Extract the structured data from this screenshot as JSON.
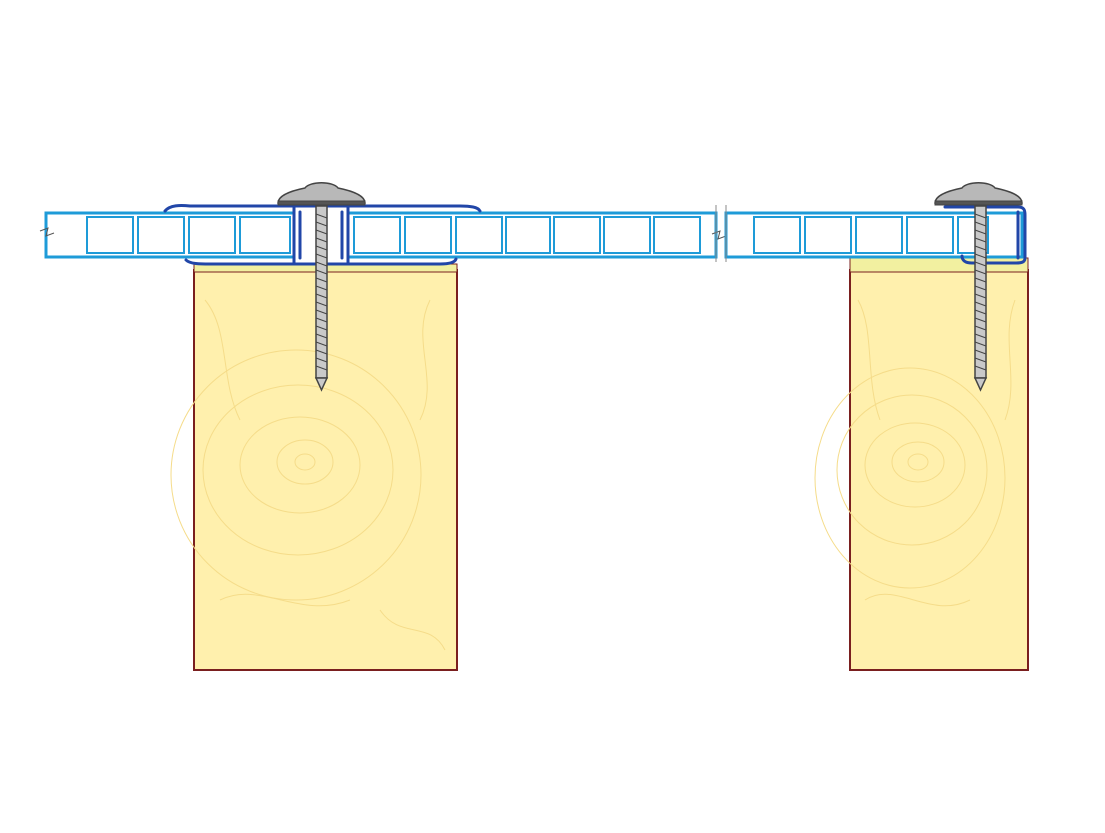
{
  "diagram": {
    "type": "construction-section",
    "subject": "polycarbonate-panel-fixing",
    "colors": {
      "background": "#ffffff",
      "panel_stroke": "#1e9bd8",
      "panel_fill": "#ffffff",
      "profile_stroke": "#2146a8",
      "beam_fill": "#fff0ad",
      "beam_stroke": "#7a1f1f",
      "beam_grain": "#f5dc8a",
      "tape_fill": "#f2f0a0",
      "screw_fill": "#c9c9c9",
      "screw_stroke": "#444444",
      "washer_fill": "#b8b8b8"
    },
    "beams": [
      {
        "name": "beam-left"
      },
      {
        "name": "beam-right"
      }
    ],
    "fixings": [
      {
        "name": "screw-left",
        "type": "thermal-washer-screw"
      },
      {
        "name": "screw-right",
        "type": "thermal-washer-screw"
      }
    ],
    "panels": [
      {
        "name": "panel-left-segment"
      },
      {
        "name": "panel-middle-segment"
      },
      {
        "name": "panel-right-segment"
      }
    ],
    "profiles": [
      {
        "name": "connecting-profile"
      },
      {
        "name": "end-profile"
      }
    ]
  }
}
